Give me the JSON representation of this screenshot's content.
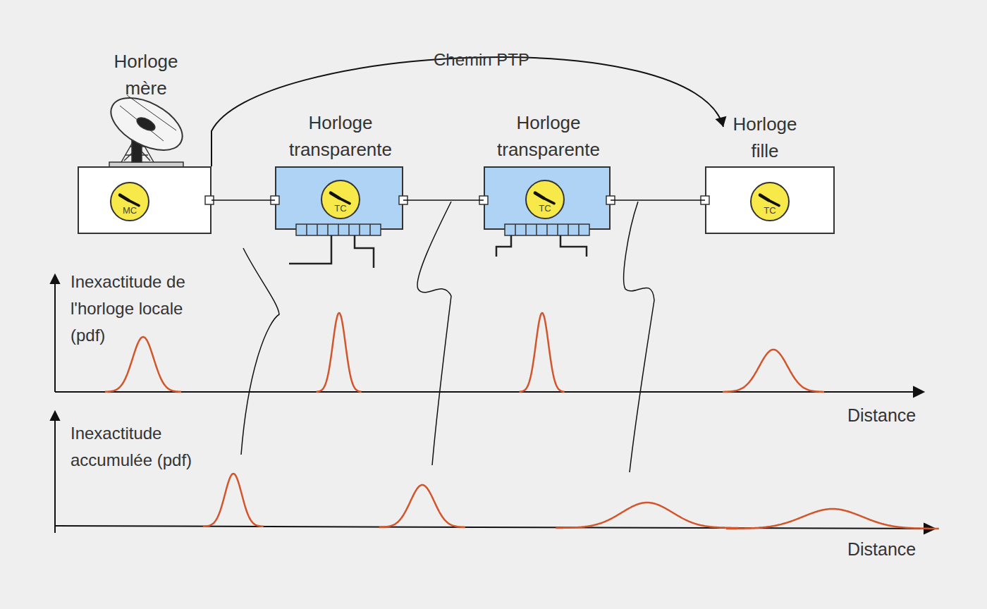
{
  "diagram": {
    "nodes": [
      {
        "text": [
          "Horloge mère"
        ]
      },
      {
        "text": [
          "MC"
        ],
        "in": 0
      },
      {
        "text": [
          "Horloge transparente"
        ]
      },
      {
        "text": [
          "TC"
        ],
        "in": 2
      },
      {
        "text": [
          "Horloge transparente"
        ]
      },
      {
        "text": [
          "TC"
        ],
        "in": 4
      },
      {
        "text": [
          "Horloge fille"
        ]
      },
      {
        "text": [
          "TC"
        ],
        "in": 6
      }
    ],
    "edges": [
      {
        "from": 0,
        "to": 2,
        "arrow": "none"
      },
      {
        "from": 2,
        "to": 4,
        "arrow": "none"
      },
      {
        "from": 4,
        "to": 6,
        "arrow": "none"
      },
      {
        "from": 0,
        "to": 6,
        "arrow": "to",
        "label": "Chemin PTP"
      }
    ],
    "labels": [
      "Inexactitude de l'horloge locale (pdf)",
      "Distance",
      "Inexactitude accumulée (pdf)",
      "Distance"
    ]
  }
}
